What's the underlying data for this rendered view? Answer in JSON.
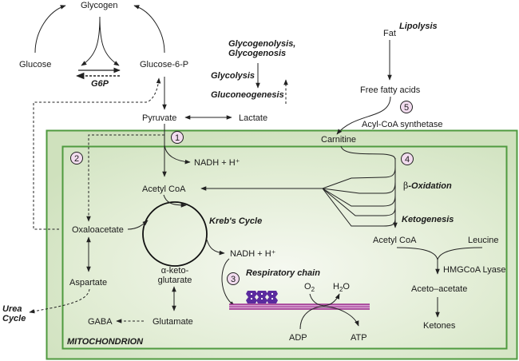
{
  "title": "Metabolic pathways overview",
  "compartment_label": "MITOCHONDRION",
  "colors": {
    "outer_box_fill": "#d4e5c4",
    "inner_box_fill": "#e6efdc",
    "box_border": "#4f9a3f",
    "step_circle_fill": "#f2dcef",
    "membrane": "#9b2a8c",
    "complex": "#5b2b9e"
  },
  "nodes": {
    "glycogen": "Glycogen",
    "glucose": "Glucose",
    "glucose6p": "Glucose-6-P",
    "g6p": "G6P",
    "pyruvate": "Pyruvate",
    "lactate": "Lactate",
    "fat": "Fat",
    "ffa": "Free fatty acids",
    "acylcoa_synth": "Acyl-CoA synthetase",
    "carnitine": "Carnitine",
    "nadh1": "NADH + H⁺",
    "acetylcoa": "Acetyl CoA",
    "oxaloacetate": "Oxaloacetate",
    "aspartate": "Aspartate",
    "akg_line1": "α-keto-",
    "akg_line2": "glutarate",
    "glutamate": "Glutamate",
    "gaba": "GABA",
    "nadh2": "NADH + H⁺",
    "o2": "O",
    "o2_sub": "2",
    "h2o_h": "H",
    "h2o_sub": "2",
    "h2o_o": "O",
    "adp": "ADP",
    "atp": "ATP",
    "acetylcoa2": "Acetyl CoA",
    "leucine": "Leucine",
    "hmgcoa": "HMGCoA Lyase",
    "acetoacetate": "Aceto–acetate",
    "ketones": "Ketones",
    "urea1": "Urea",
    "urea2": "Cycle"
  },
  "processes": {
    "glycogenolysis1": "Glycogenolysis,",
    "glycogenolysis2": "Glycogenosis",
    "glycolysis": "Glycolysis",
    "gluconeogenesis": "Gluconeogenesis",
    "lipolysis": "Lipolysis",
    "krebs": "Kreb's Cycle",
    "respiratory": "Respiratory chain",
    "beta_prefix": "β",
    "beta_ox": "-Oxidation",
    "ketogenesis": "Ketogenesis"
  },
  "steps": [
    "1",
    "2",
    "3",
    "4",
    "5"
  ]
}
